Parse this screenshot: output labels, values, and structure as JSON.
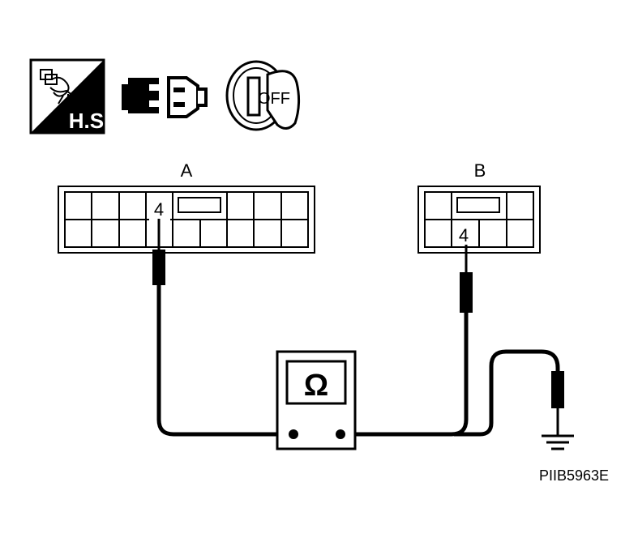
{
  "icons": {
    "harness_tag": "H.S.",
    "harness_icon": "harness-icon",
    "connector_icon": "disconnected-connector-icon",
    "ignition_icon": "ignition-key-icon",
    "ignition_state": "OFF"
  },
  "connectors": {
    "a": {
      "label": "A",
      "terminal": "4"
    },
    "b": {
      "label": "B",
      "terminal": "4"
    }
  },
  "meter": {
    "symbol": "Ω",
    "meter_icon": "ohmmeter-icon"
  },
  "ground": {
    "ground_icon": "ground-icon"
  },
  "figure_code": "PIIB5963E",
  "colors": {
    "line": "#000000",
    "background": "#ffffff",
    "connector_fill": "#ffffff"
  }
}
